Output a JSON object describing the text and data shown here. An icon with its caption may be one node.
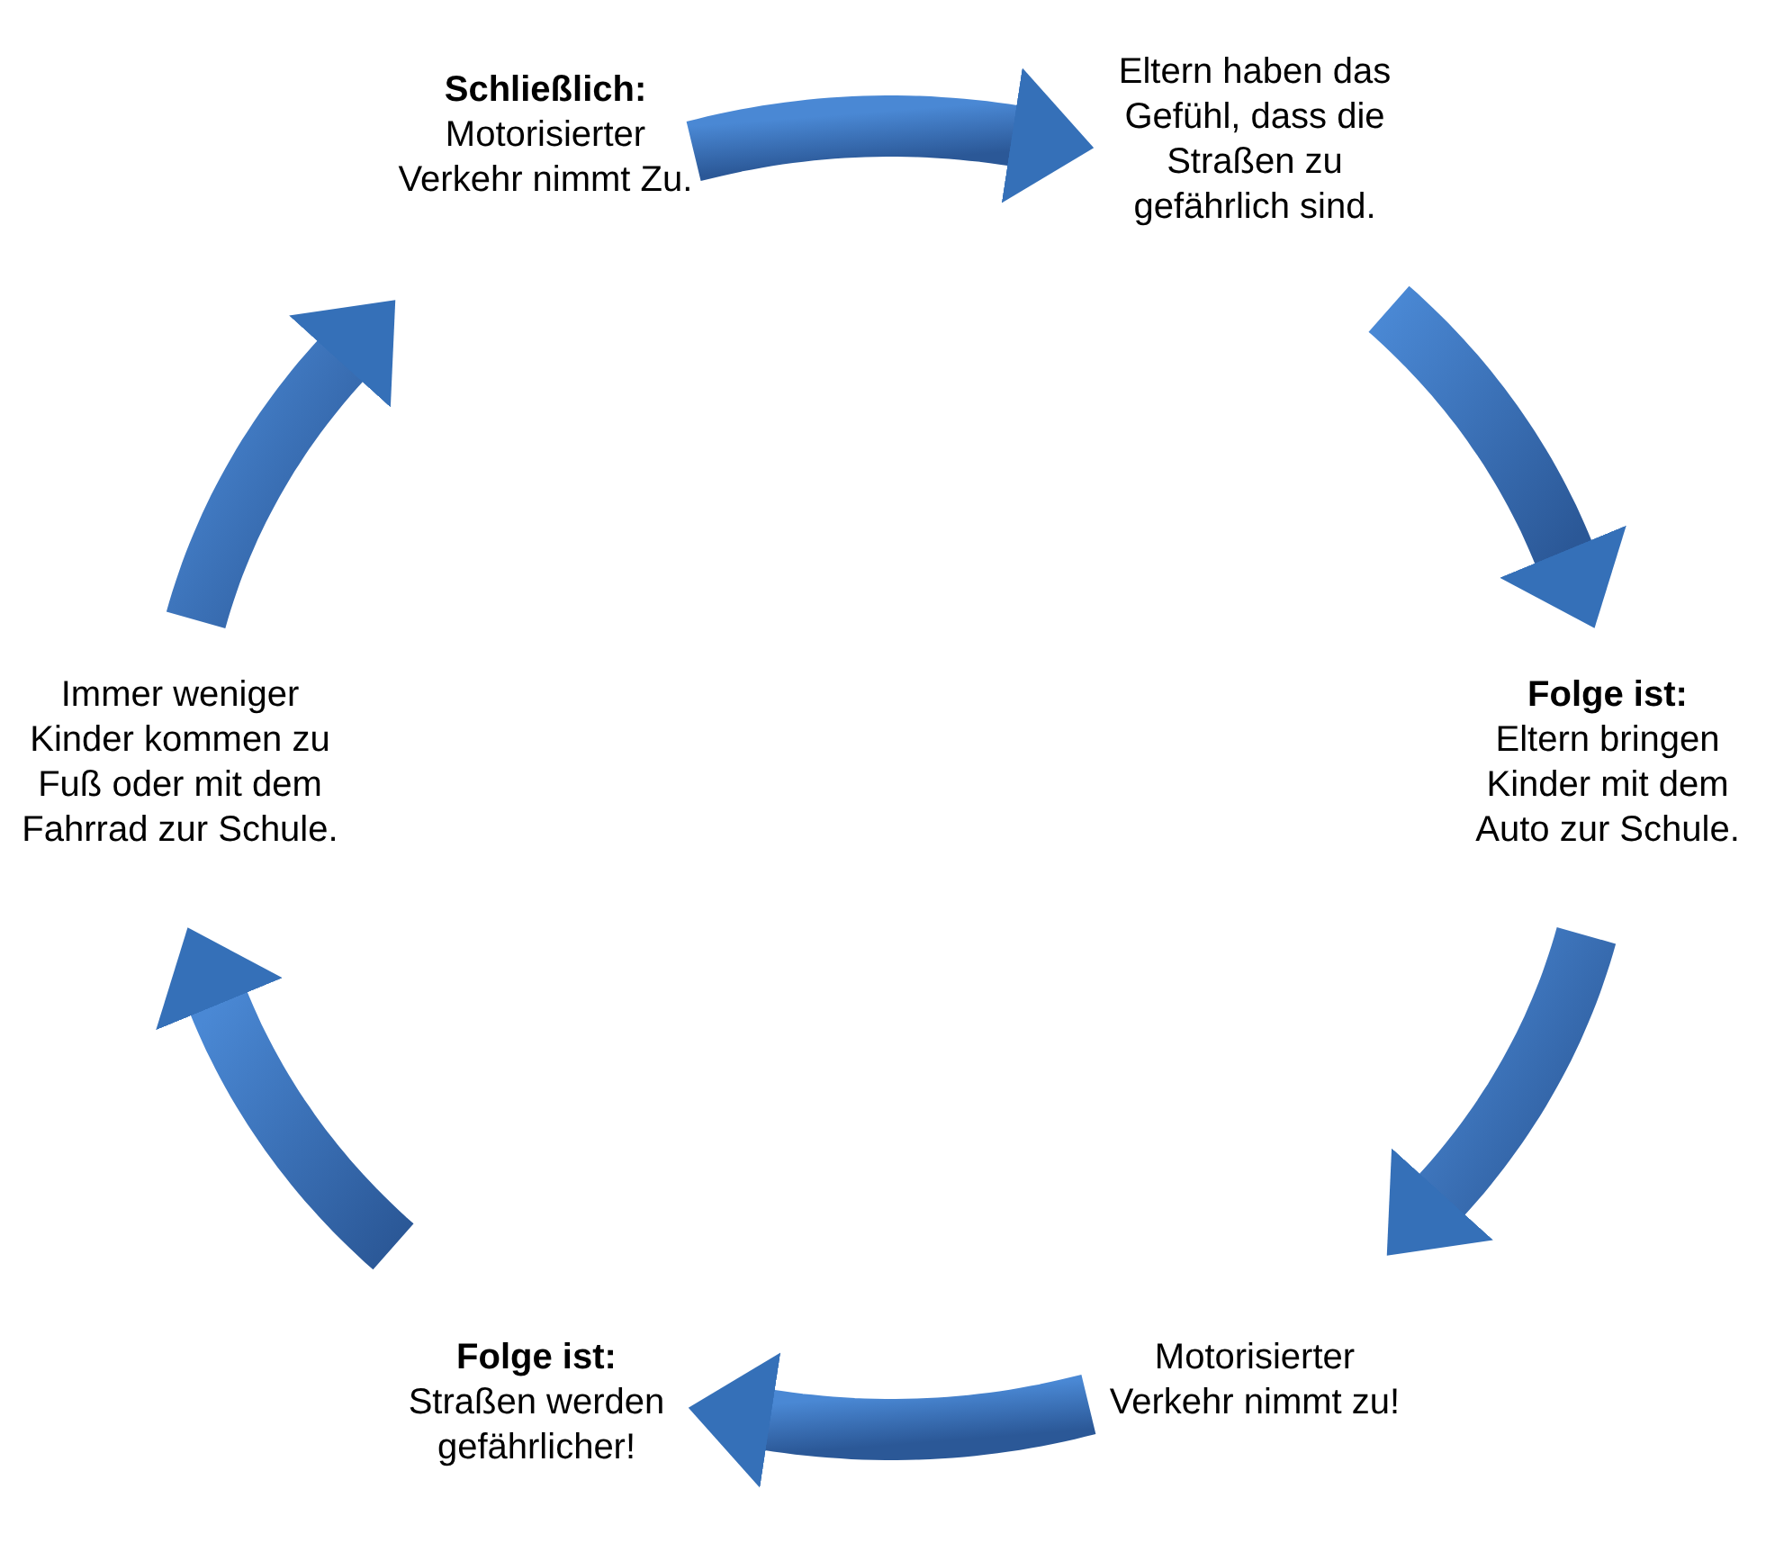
{
  "diagram": {
    "nodes": [
      {
        "text": [
          "Schließlich:",
          "Motorisierter Verkehr nimmt Zu."
        ]
      },
      {
        "text": [
          "Eltern haben das Gefühl, dass die Straßen zu gefährlich sind."
        ]
      },
      {
        "text": [
          "Folge ist:",
          "Eltern bringen Kinder mit dem Auto zur Schule."
        ]
      },
      {
        "text": [
          "Motorisierter Verkehr nimmt zu!"
        ]
      },
      {
        "text": [
          "Folge ist:",
          "Straßen werden gefährlicher!"
        ]
      },
      {
        "text": [
          "Immer weniger Kinder kommen zu Fuß oder mit dem Fahrrad zur Schule."
        ]
      }
    ],
    "edges": [
      {
        "from": 0,
        "to": 1,
        "arrow": "to"
      },
      {
        "from": 1,
        "to": 2,
        "arrow": "to"
      },
      {
        "from": 2,
        "to": 3,
        "arrow": "to"
      },
      {
        "from": 3,
        "to": 4,
        "arrow": "to"
      },
      {
        "from": 4,
        "to": 5,
        "arrow": "to"
      },
      {
        "from": 5,
        "to": 0,
        "arrow": "to"
      }
    ]
  }
}
